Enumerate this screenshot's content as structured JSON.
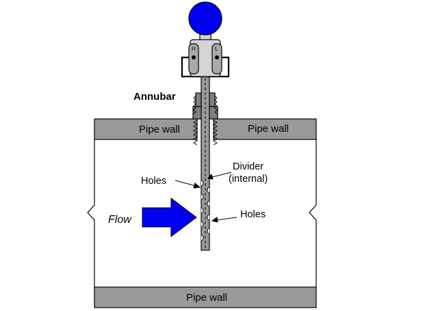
{
  "labels": {
    "annubar": "Annubar",
    "pipe_wall_top_left": "Pipe wall",
    "pipe_wall_top_right": "Pipe wall",
    "pipe_wall_bottom": "Pipe wall",
    "holes_upstream": "Holes",
    "holes_downstream": "Holes",
    "divider_line1": "Divider",
    "divider_line2": "(internal)",
    "flow": "Flow",
    "port_high": "H",
    "port_low": "L"
  },
  "colors": {
    "pipe_wall_fill": "#999999",
    "transmitter_head": "#0000ee",
    "flow_arrow": "#0000ee",
    "flow_text": "#1a1acc",
    "transmitter_body": "#d4d4d4",
    "port_capsule": "#aaaaaa",
    "probe_fill": "#9a9a9a",
    "fitting_fill": "#808080"
  }
}
